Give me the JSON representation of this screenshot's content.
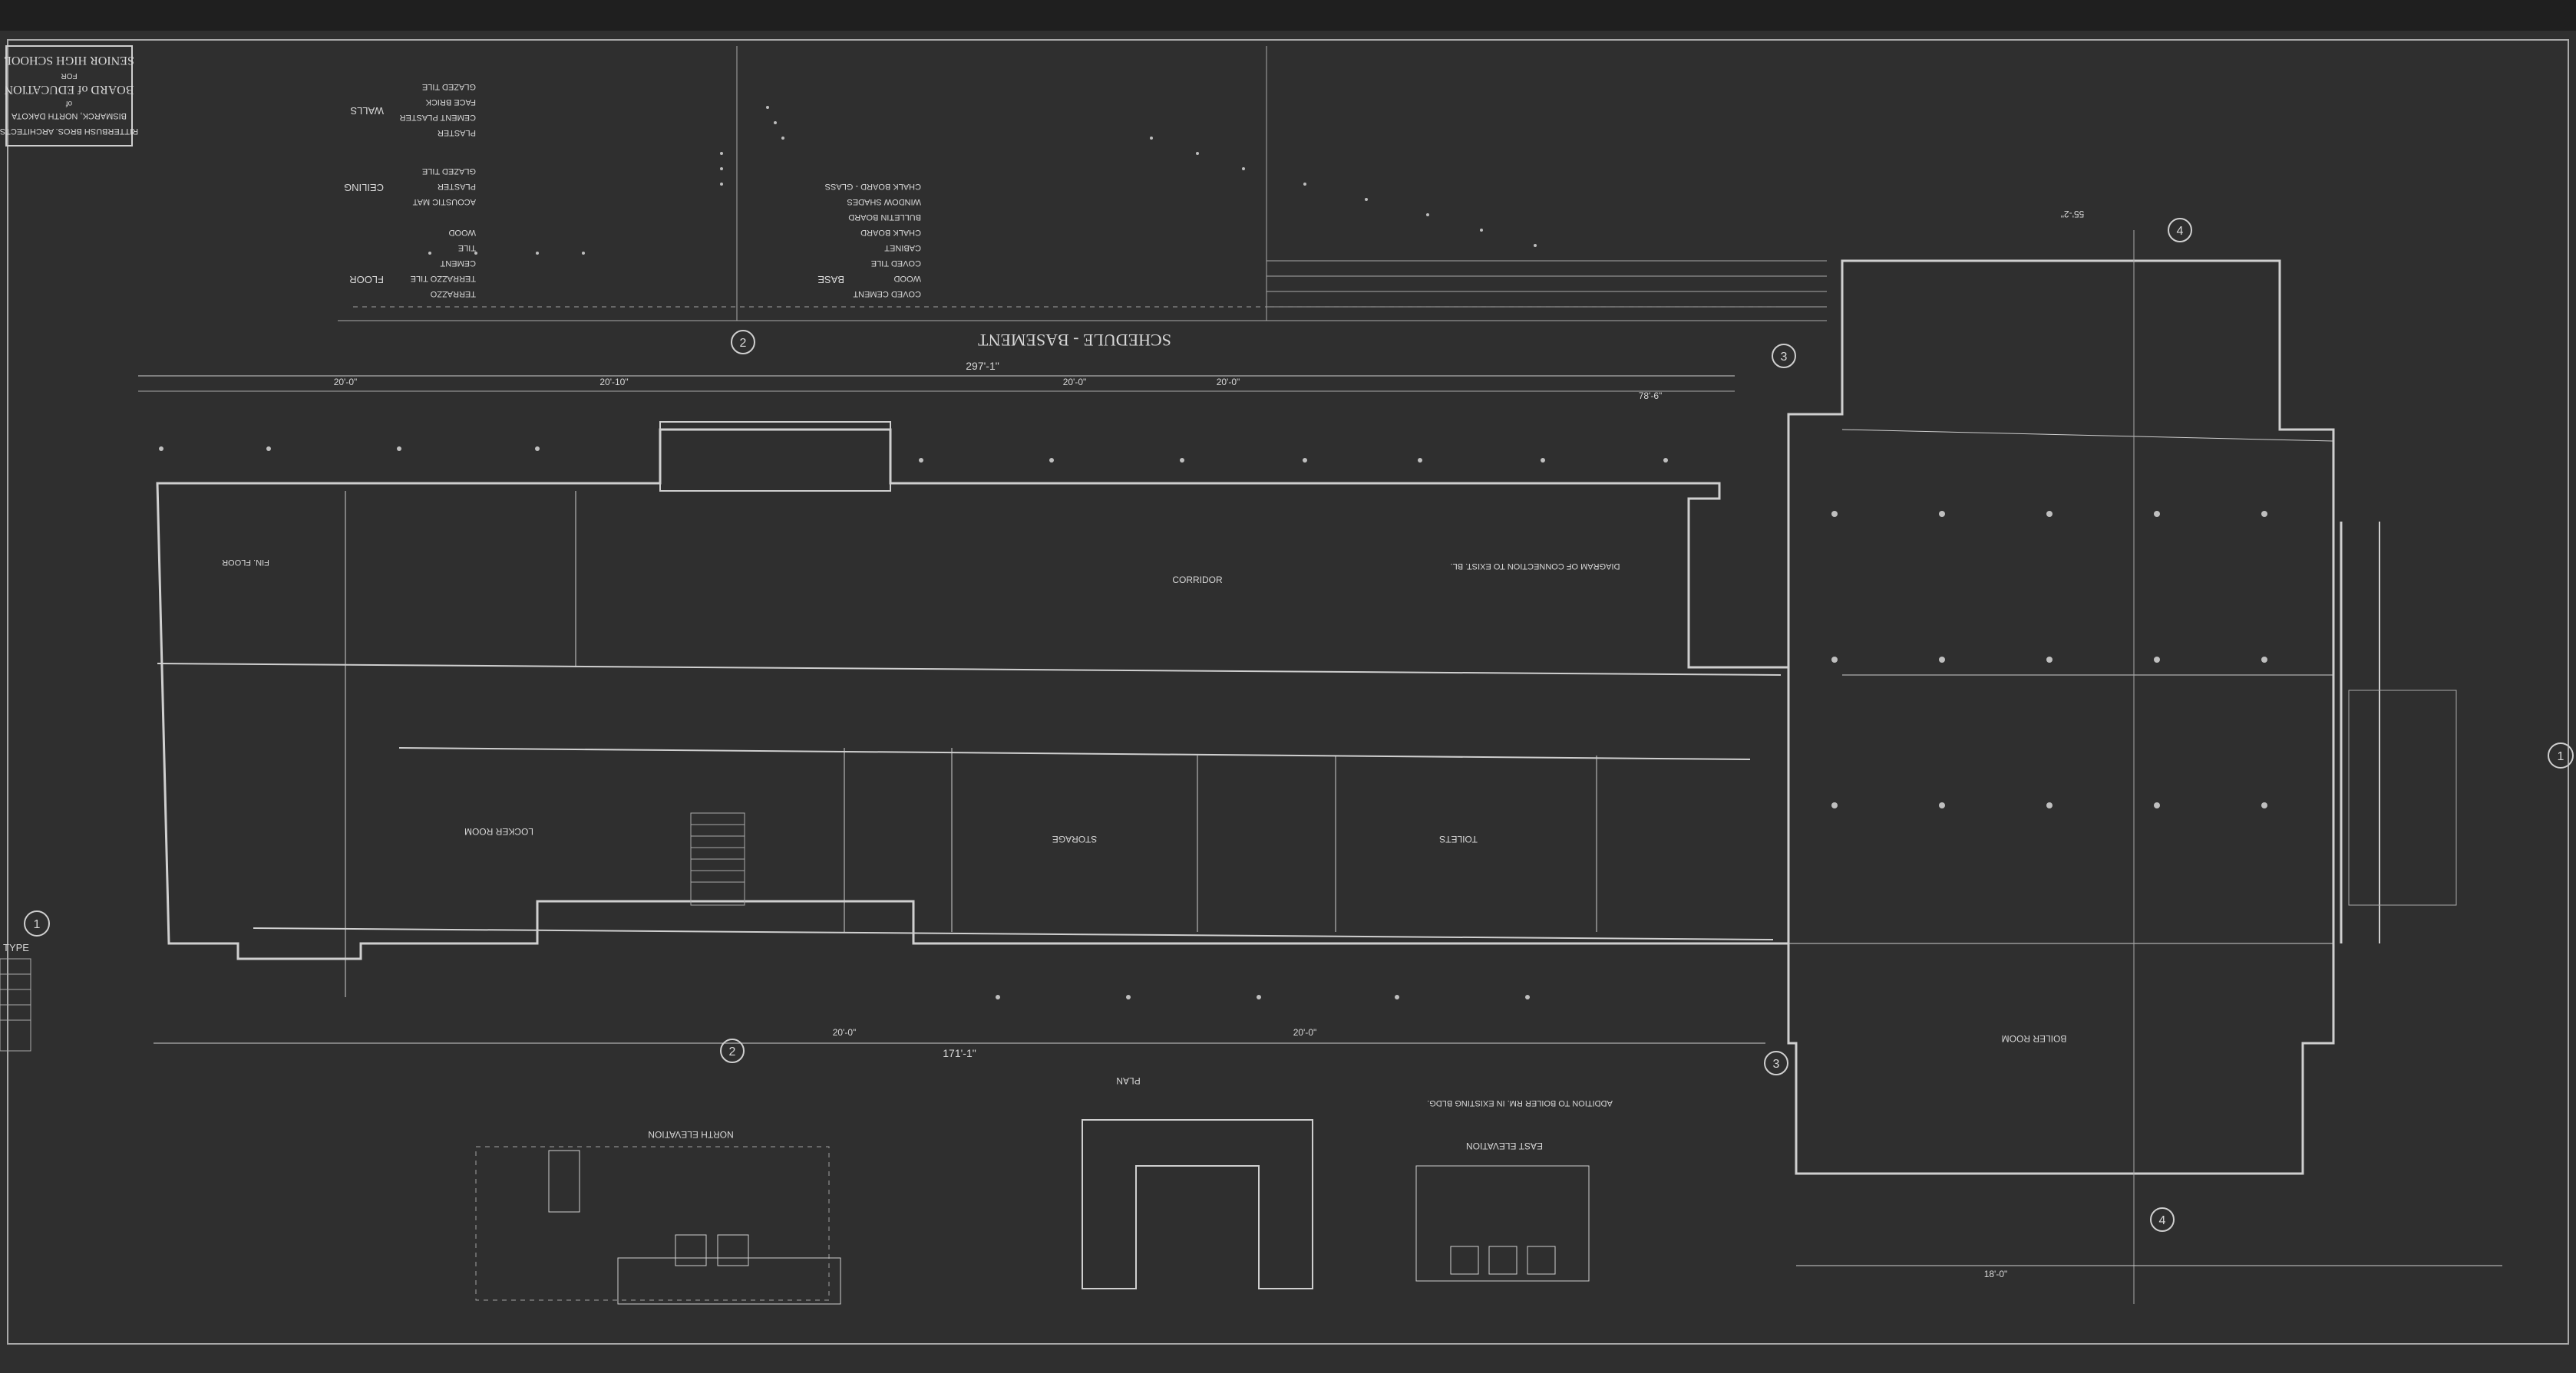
{
  "sheet": {
    "schedule_title": "SCHEDULE - BASEMENT",
    "floor_label": "FLOOR",
    "walls_label": "WALLS",
    "base_label": "BASE",
    "ceiling_label": "CEILING",
    "floor_items": [
      "TERRAZZO",
      "TERRAZZO TILE",
      "CEMENT",
      "TILE",
      "WOOD"
    ],
    "wall_items": [
      "PLASTER",
      "CEMENT PLASTER",
      "FACE BRICK",
      "GLAZED TILE"
    ],
    "ceiling_items": [
      "ACOUSTIC MAT",
      "PLASTER",
      "GLAZED TILE"
    ],
    "other_items": [
      "COVED CEMENT",
      "WOOD",
      "COVED TILE",
      "CABINET",
      "CHALK BOARD",
      "BULLETIN BOARD",
      "WINDOW SHADES",
      "CHALK BOARD - GLASS"
    ],
    "grid_markers": [
      "1",
      "2",
      "3",
      "4"
    ]
  },
  "title_block": {
    "school": "SENIOR HIGH SCHOOL",
    "for_label": "FOR",
    "board": "BOARD of EDUCATION",
    "of_label": "of",
    "city": "BISMARCK, NORTH DAKOTA",
    "architects": "RITTERBUSH BROS. ARCHITECTS"
  },
  "dimensions": {
    "overall_1": "297'-1\"",
    "overall_2": "171'-1\"",
    "bay": "20'-0\"",
    "bay_alt": "20'-10\"",
    "wing": "78'-6\"",
    "wing_2": "55'-2\"",
    "depth": "18'-0\""
  },
  "labels": {
    "plan": "PLAN",
    "north_elevation": "NORTH ELEVATION",
    "east_elevation": "EAST ELEVATION",
    "addition_note": "ADDITION TO BOILER RM. IN EXISTING BLDG.",
    "finish_floor": "FIN. FLOOR",
    "boiler_room": "BOILER ROOM",
    "toilets": "TOILETS",
    "corridor": "CORRIDOR",
    "storage": "STORAGE",
    "locker_room": "LOCKER ROOM",
    "diagram_connection": "DIAGRAM OF CONNECTION TO EXIST. BL.",
    "type": "TYPE"
  },
  "colors": {
    "background": "#2f2f2f",
    "linework": "#cfcfcf",
    "border_frame": "#1e1e1e"
  }
}
